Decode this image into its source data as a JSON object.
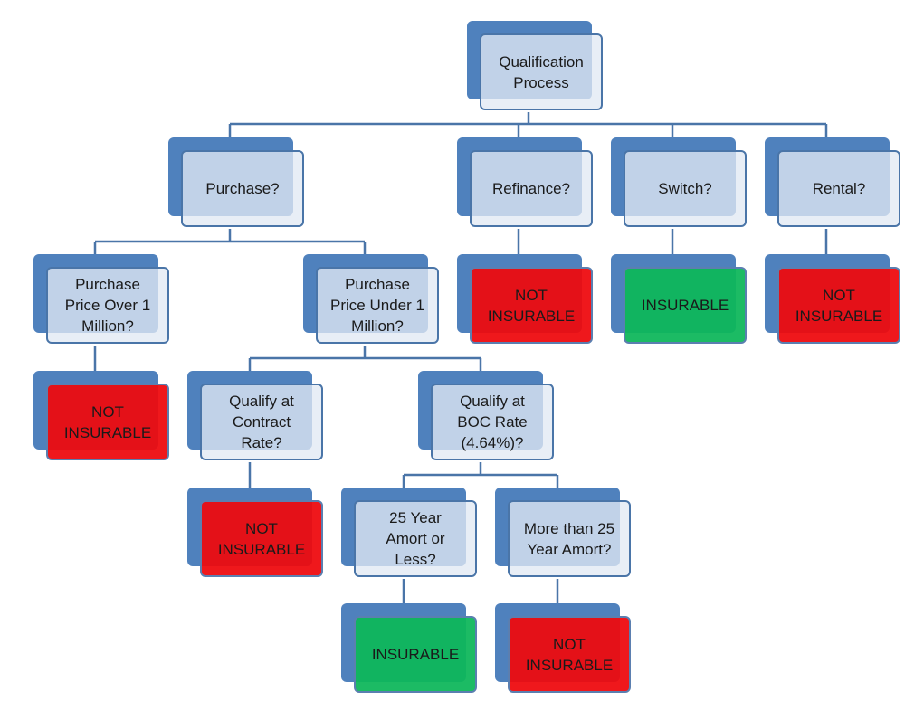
{
  "colors": {
    "back_shape": "#4f81bd",
    "connector": "#4a75a8",
    "question_fill": "#e2e9f4",
    "not_insurable_fill": "#ee0a0e",
    "insurable_fill": "#0eb75a"
  },
  "diagram": {
    "root": "Qualification\nProcess",
    "purchase": "Purchase?",
    "refinance": "Refinance?",
    "switch": "Switch?",
    "rental": "Rental?",
    "over_1m": "Purchase\nPrice Over 1\nMillion?",
    "under_1m": "Purchase\nPrice Under 1\nMillion?",
    "contract_rate": "Qualify at\nContract\nRate?",
    "boc_rate": "Qualify at\nBOC Rate\n(4.64%)?",
    "amort_25_or_less": "25 Year\nAmort or\nLess?",
    "amort_more_25": "More than 25\nYear Amort?",
    "refinance_result": "NOT\nINSURABLE",
    "switch_result": "INSURABLE",
    "rental_result": "NOT\nINSURABLE",
    "over_1m_result": "NOT\nINSURABLE",
    "contract_result": "NOT\nINSURABLE",
    "amort_25_result": "INSURABLE",
    "amort_more_result": "NOT\nINSURABLE"
  }
}
